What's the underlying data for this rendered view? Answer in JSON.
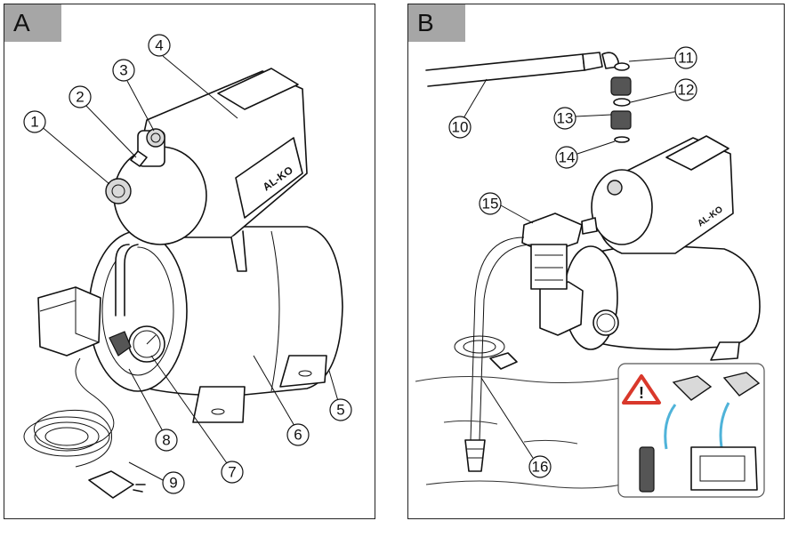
{
  "panels": [
    {
      "label": "A",
      "callouts": [
        "1",
        "2",
        "3",
        "4",
        "5",
        "6",
        "7",
        "8",
        "9"
      ]
    },
    {
      "label": "B",
      "callouts": [
        "10",
        "11",
        "12",
        "13",
        "14",
        "15",
        "16"
      ]
    }
  ],
  "brand_text": "AL-KO",
  "warning_symbol": "!",
  "icons": {
    "warning": "warning-triangle-icon"
  },
  "colors": {
    "tab": "#a6a6a6",
    "warning_red": "#d9382b",
    "hose_blue": "#4fb3d9"
  }
}
